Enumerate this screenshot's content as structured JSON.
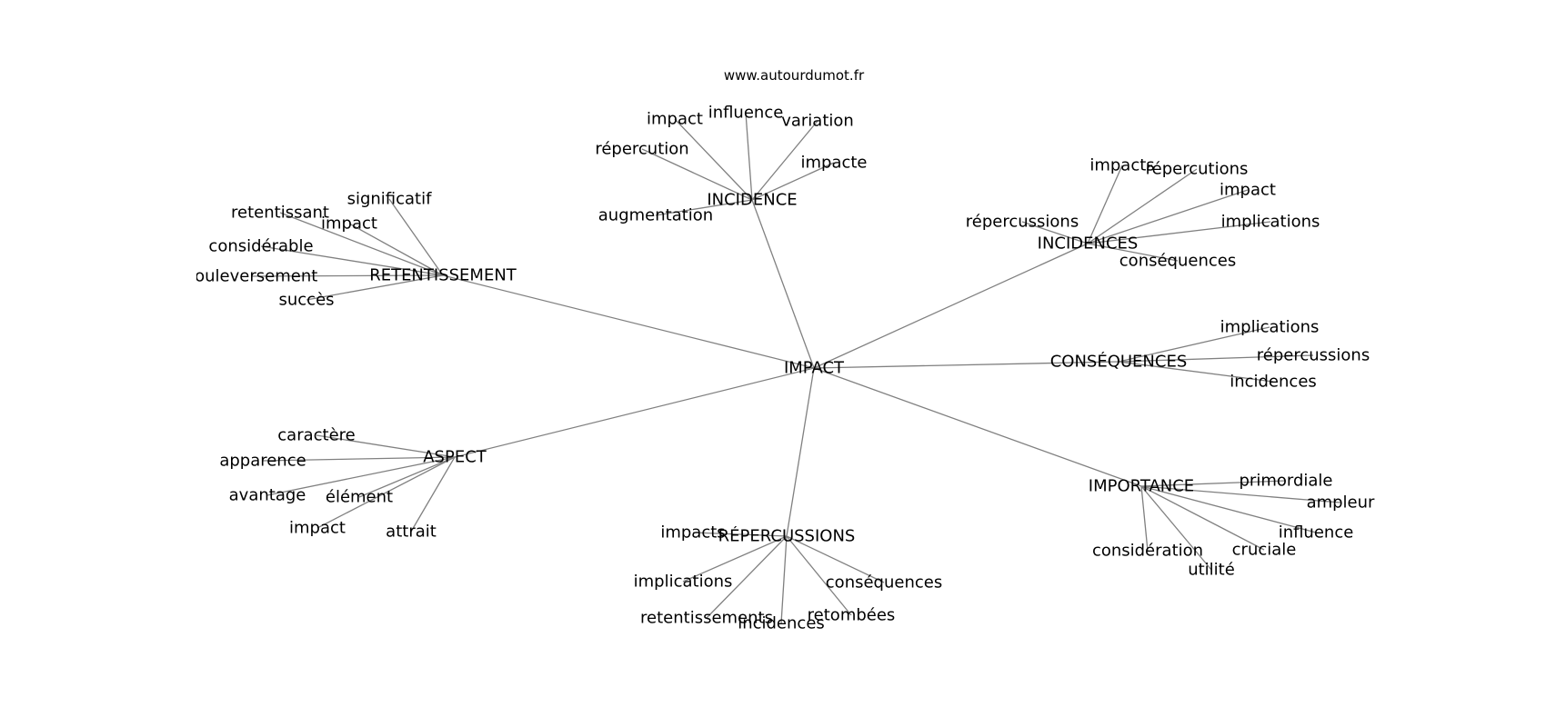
{
  "watermark": "www.autourdumot.fr",
  "colors": {
    "edge": "#808080",
    "text": "#000000",
    "background": "#ffffff"
  },
  "root": "IMPACT",
  "clusters": [
    {
      "id": "incidence",
      "label": "INCIDENCE",
      "leaves": [
        "impact",
        "influence",
        "variation",
        "répercution",
        "impacte",
        "augmentation"
      ]
    },
    {
      "id": "retentissement",
      "label": "RETENTISSEMENT",
      "leaves": [
        "significatif",
        "retentissant",
        "impact",
        "considérable",
        "bouleversement",
        "succès"
      ]
    },
    {
      "id": "incidences",
      "label": "INCIDENCES",
      "leaves": [
        "impacts",
        "répercutions",
        "impact",
        "répercussions",
        "implications",
        "conséquences"
      ]
    },
    {
      "id": "consequences",
      "label": "CONSÉQUENCES",
      "leaves": [
        "implications",
        "répercussions",
        "incidences"
      ]
    },
    {
      "id": "aspect",
      "label": "ASPECT",
      "leaves": [
        "caractère",
        "apparence",
        "avantage",
        "élément",
        "impact",
        "attrait"
      ]
    },
    {
      "id": "importance",
      "label": "IMPORTANCE",
      "leaves": [
        "primordiale",
        "ampleur",
        "influence",
        "considération",
        "cruciale",
        "utilité"
      ]
    },
    {
      "id": "repercussions",
      "label": "RÉPERCUSSIONS",
      "leaves": [
        "impacts",
        "implications",
        "conséquences",
        "retentissements",
        "incidences",
        "retombées"
      ]
    }
  ]
}
